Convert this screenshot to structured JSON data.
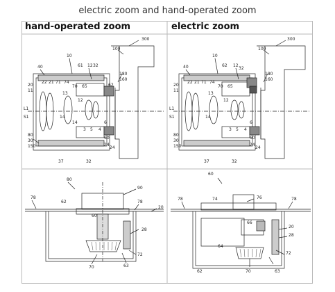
{
  "page": {
    "title": "electric zoom and hand-operated zoom"
  },
  "columns": [
    {
      "heading": "hand-operated zoom"
    },
    {
      "heading": "electric zoom"
    }
  ],
  "top_left": {
    "labels": [
      "300",
      "100",
      "10",
      "40",
      "61",
      "12",
      "32",
      "22",
      "21",
      "20",
      "11",
      "L1",
      "71",
      "74",
      "70",
      "65",
      "13",
      "12",
      "14",
      "14",
      "3",
      "5",
      "4",
      "6",
      "180",
      "160",
      "62",
      "S1",
      "80",
      "30",
      "60",
      "24",
      "37",
      "32",
      "150",
      "24"
    ]
  },
  "top_right": {
    "labels": [
      "300",
      "100",
      "10",
      "40",
      "62",
      "12",
      "32",
      "22",
      "21",
      "20",
      "11",
      "L1",
      "71",
      "74",
      "70",
      "65",
      "13",
      "12",
      "14",
      "3",
      "5",
      "4",
      "6",
      "180",
      "160",
      "S1",
      "80",
      "30",
      "60",
      "24",
      "37",
      "32",
      "150",
      "24"
    ]
  },
  "bottom_left": {
    "labels": [
      "80",
      "90",
      "78",
      "62",
      "78",
      "20",
      "60",
      "28",
      "72",
      "63",
      "70"
    ]
  },
  "bottom_right": {
    "labels": [
      "60",
      "78",
      "74",
      "76",
      "78",
      "66",
      "20",
      "28",
      "72",
      "64",
      "62",
      "70",
      "63"
    ]
  }
}
